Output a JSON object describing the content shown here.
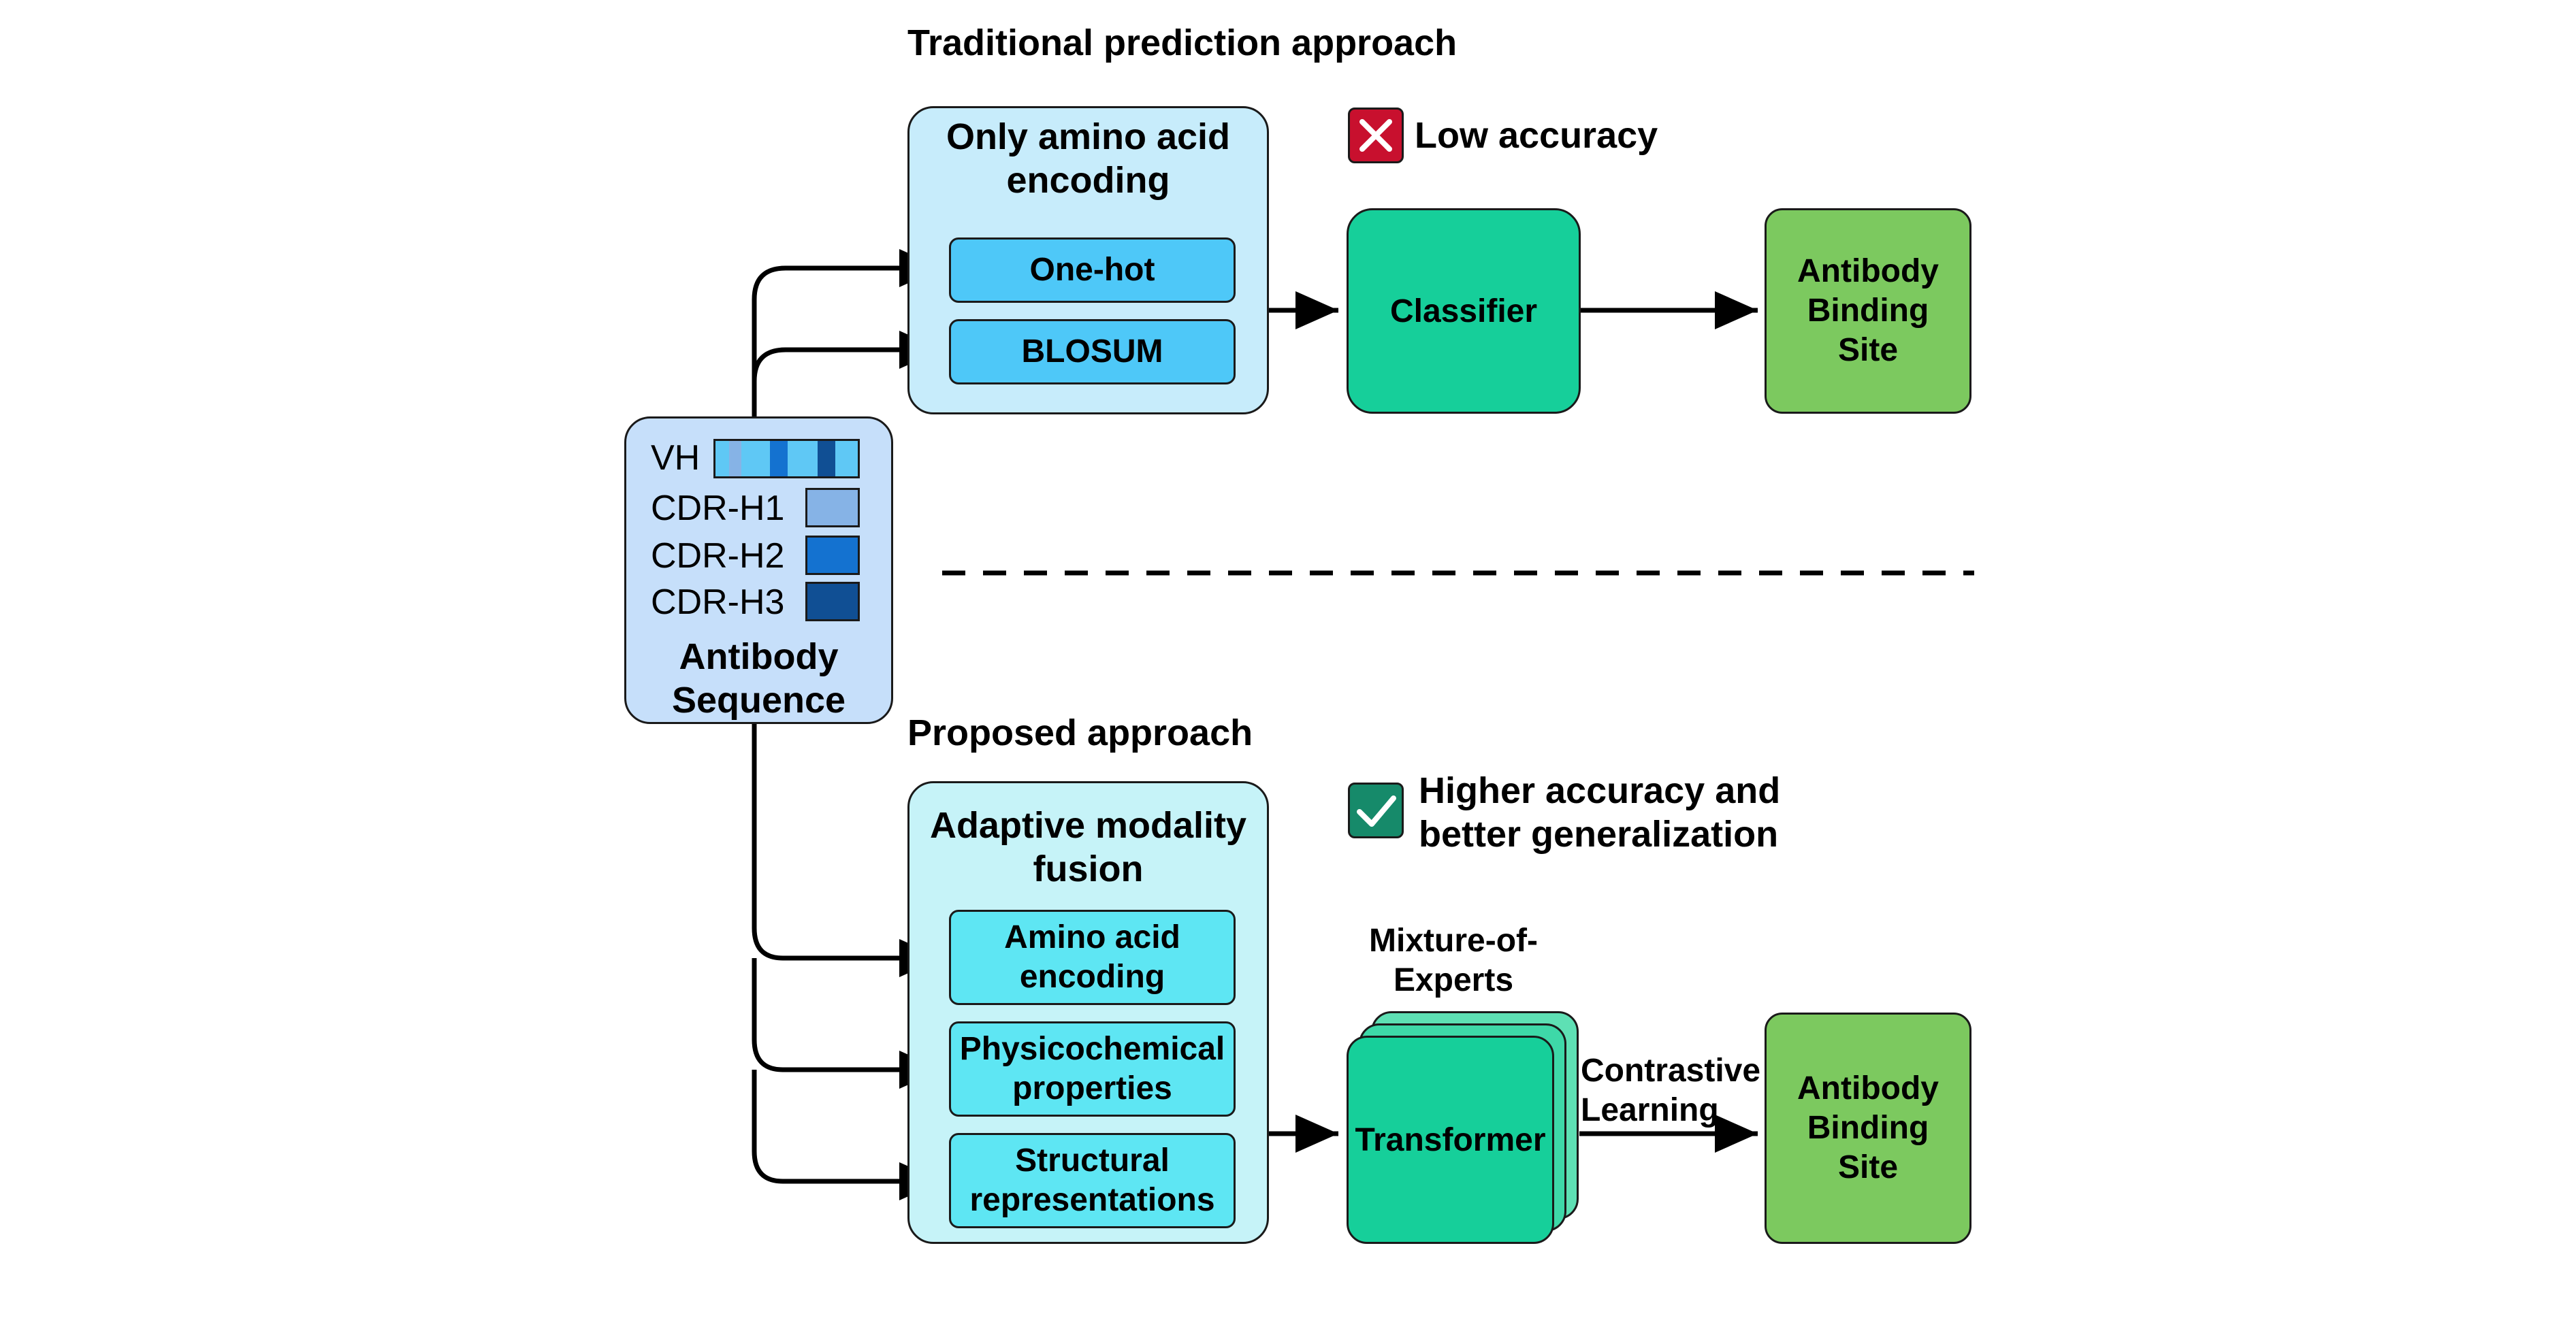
{
  "traditional": {
    "heading": "Traditional prediction approach",
    "encoder_panel": {
      "title": "Only amino acid\nencoding",
      "options": [
        "One-hot",
        "BLOSUM"
      ]
    },
    "classifier": "Classifier",
    "output": "Antibody\nBinding\nSite",
    "result": {
      "text": "Low accuracy",
      "icon": "cross-icon",
      "color": "#c8102e"
    }
  },
  "input": {
    "vh_label": "VH",
    "cdr_labels": [
      "CDR-H1",
      "CDR-H2",
      "CDR-H3"
    ],
    "title": "Antibody\nSequence",
    "colors": {
      "cdr1": "#86b3e6",
      "cdr2": "#1472d0",
      "cdr3": "#104f94",
      "vh_base": "#5fc8f5"
    }
  },
  "proposed": {
    "heading": "Proposed approach",
    "fusion_panel": {
      "title": "Adaptive modality\nfusion",
      "modalities": [
        "Amino acid\nencoding",
        "Physicochemical\nproperties",
        "Structural\nrepresentations"
      ]
    },
    "moe_label": "Mixture-of-\nExperts",
    "transformer": "Transformer",
    "edge_label": "Contrastive\nLearning",
    "output": "Antibody\nBinding\nSite",
    "result": {
      "text": "Higher accuracy and\nbetter generalization",
      "icon": "check-icon",
      "color": "#168a6a"
    }
  },
  "colors": {
    "panel_light": "#c7ecfb",
    "chip_blue": "#4ec8f8",
    "panel_cyan": "#c6f3f8",
    "chip_cyan": "#5ee6f3",
    "classifier": "#16cf9a",
    "output": "#7cc95f",
    "input": "#c6dffa"
  }
}
